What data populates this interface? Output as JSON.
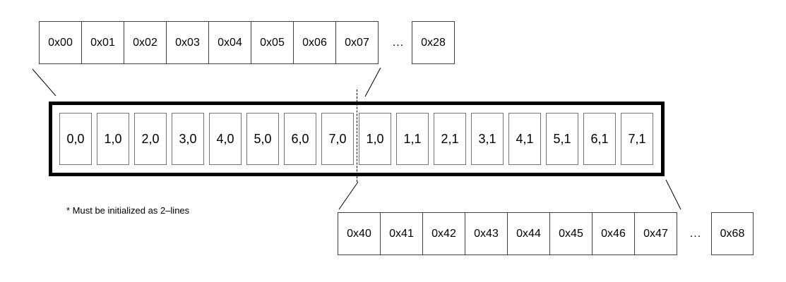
{
  "diagram": {
    "top_row": {
      "cells": [
        "0x00",
        "0x01",
        "0x02",
        "0x03",
        "0x04",
        "0x05",
        "0x06",
        "0x07"
      ],
      "ellipsis": "...",
      "last_cell": "0x28"
    },
    "display": {
      "cells": [
        "0,0",
        "1,0",
        "2,0",
        "3,0",
        "4,0",
        "5,0",
        "6,0",
        "7,0",
        "1,0",
        "1,1",
        "2,1",
        "3,1",
        "4,1",
        "5,1",
        "6,1",
        "7,1"
      ]
    },
    "bottom_row": {
      "cells": [
        "0x40",
        "0x41",
        "0x42",
        "0x43",
        "0x44",
        "0x45",
        "0x46",
        "0x47"
      ],
      "ellipsis": "...",
      "last_cell": "0x68"
    },
    "footnote": "* Must be initialized as 2–lines",
    "colors": {
      "background": "#ffffff",
      "line": "#000000",
      "cell_border": "#3f3f3f",
      "display_cell_border": "#777777"
    }
  }
}
